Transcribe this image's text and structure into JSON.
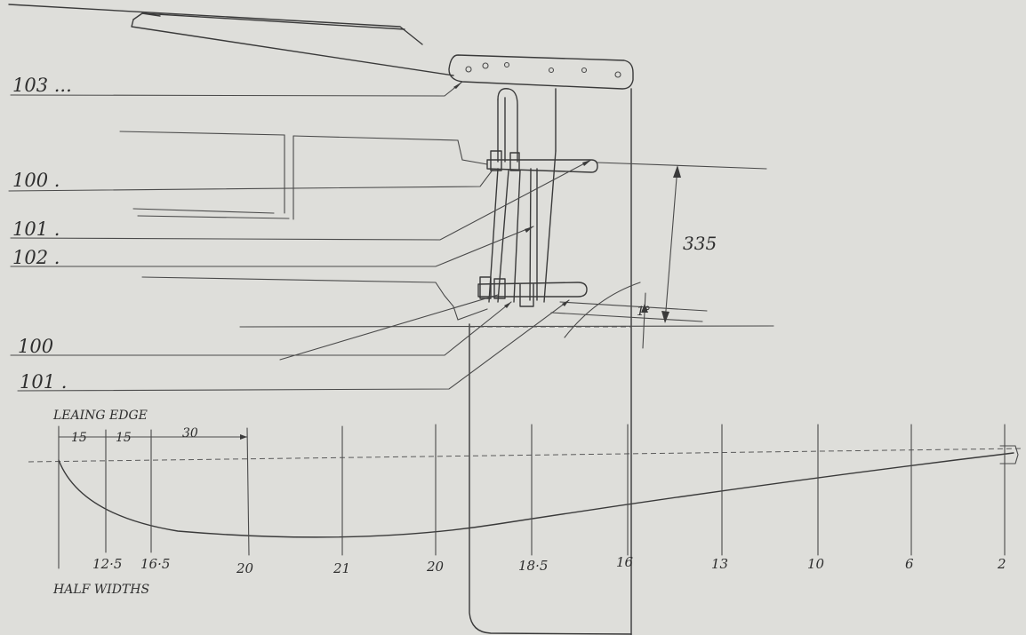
{
  "callouts": [
    {
      "id": "c103",
      "text": "103 ..."
    },
    {
      "id": "c100a",
      "text": "100 ."
    },
    {
      "id": "c101a",
      "text": "101 ."
    },
    {
      "id": "c102",
      "text": "102 ."
    },
    {
      "id": "c100b",
      "text": "100"
    },
    {
      "id": "c101b",
      "text": "101 ."
    }
  ],
  "dimensions": {
    "depth": "335",
    "angle": "1°"
  },
  "section": {
    "leading_edge_label": "LEAING EDGE",
    "half_widths_label": "HALF WIDTHS",
    "spacing_labels": [
      "15",
      "15",
      "30"
    ],
    "stations": [
      "12·5",
      "16·5",
      "20",
      "21",
      "20",
      "18·5",
      "16",
      "13",
      "10",
      "6",
      "2"
    ]
  },
  "colors": {
    "paper": "#dededa",
    "ink": "#3a3a3a"
  }
}
